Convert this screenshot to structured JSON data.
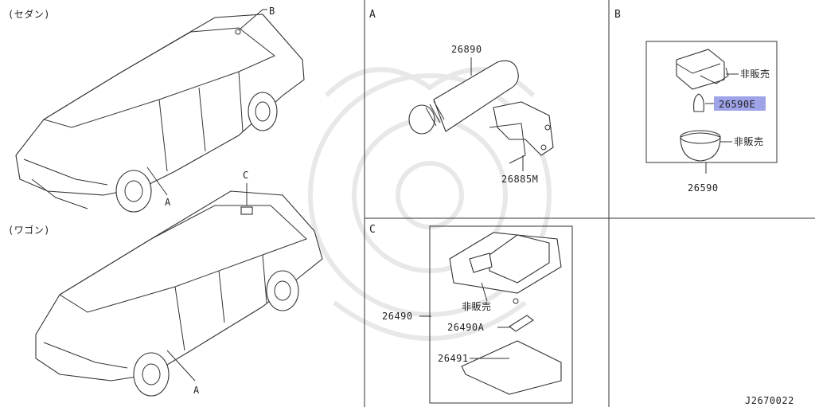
{
  "variants": {
    "sedan": "(セダン)",
    "wagon": "(ワゴン)"
  },
  "callouts": {
    "sedan_roof": "B",
    "sedan_door": "A",
    "wagon_roof": "C",
    "wagon_door": "A"
  },
  "sections": {
    "a": "A",
    "b": "B",
    "c": "C"
  },
  "parts": {
    "p26890": "26890",
    "p26885m": "26885M",
    "not_for_sale_b1": "非販売",
    "p26590e": "26590E",
    "not_for_sale_b2": "非販売",
    "p26590": "26590",
    "not_for_sale_c": "非販売",
    "p26490": "26490",
    "p26490a": "26490A",
    "p26491": "26491"
  },
  "diagram_code": "J2670022",
  "colors": {
    "highlight": "#9fa3e8",
    "line": "#333333",
    "background": "#ffffff"
  }
}
